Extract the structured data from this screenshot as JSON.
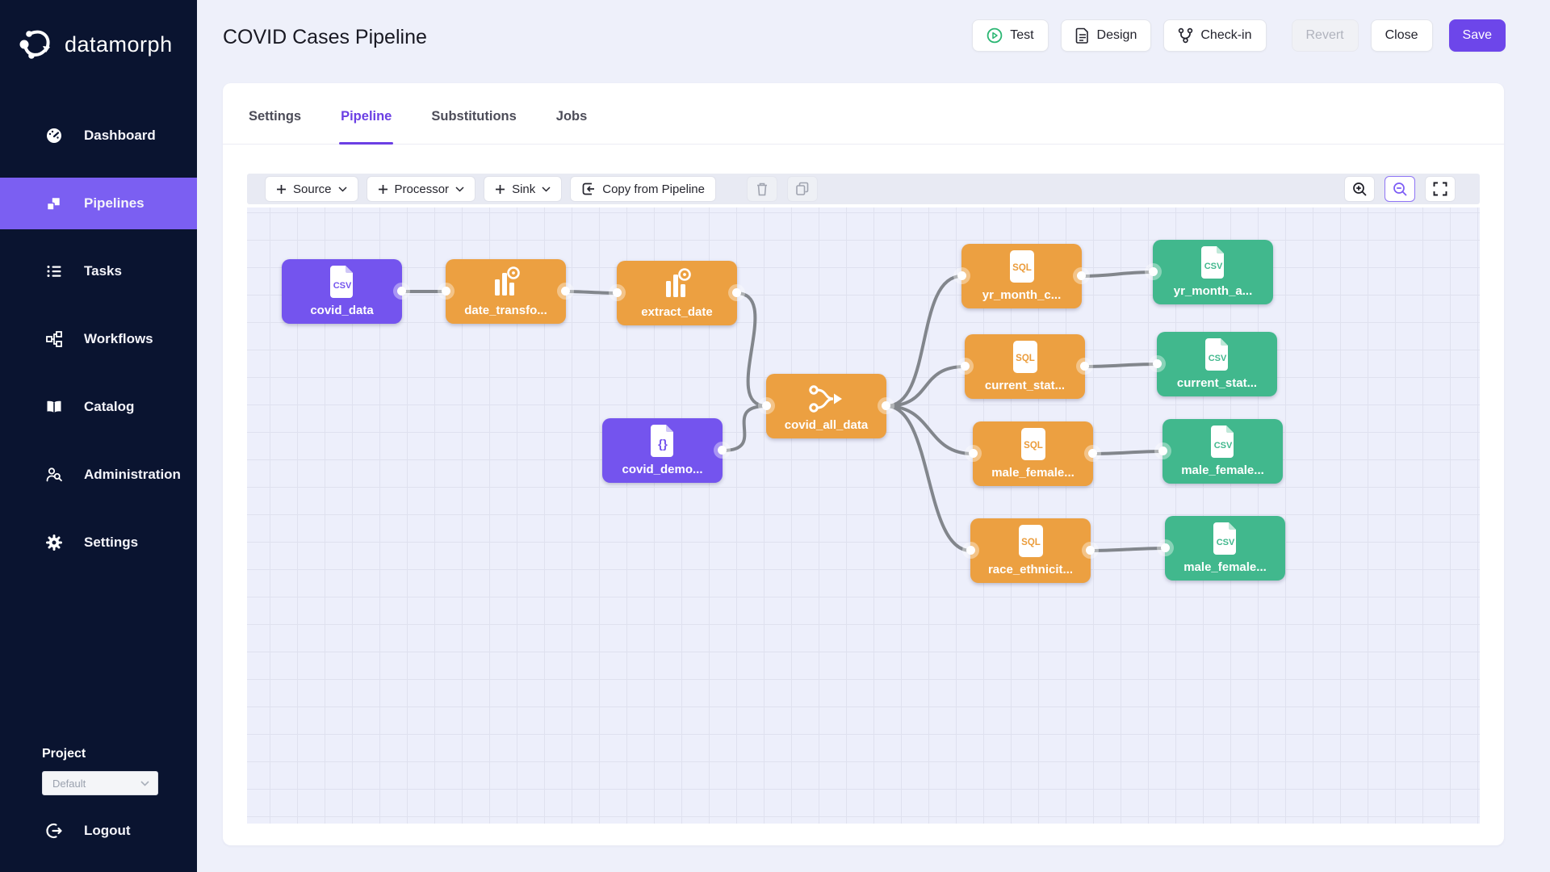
{
  "app": {
    "logo_text": "datamorph"
  },
  "sidebar": {
    "items": [
      {
        "label": "Dashboard"
      },
      {
        "label": "Pipelines",
        "active": true
      },
      {
        "label": "Tasks"
      },
      {
        "label": "Workflows"
      },
      {
        "label": "Catalog"
      },
      {
        "label": "Administration"
      },
      {
        "label": "Settings"
      }
    ],
    "project_label": "Project",
    "project_selected": "Default",
    "logout_label": "Logout"
  },
  "header": {
    "title": "COVID Cases Pipeline",
    "test_label": "Test",
    "design_label": "Design",
    "checkin_label": "Check-in",
    "revert_label": "Revert",
    "close_label": "Close",
    "save_label": "Save"
  },
  "tabs": {
    "settings": "Settings",
    "pipeline": "Pipeline",
    "substitutions": "Substitutions",
    "jobs": "Jobs",
    "active": "Pipeline"
  },
  "toolbar": {
    "source_label": "Source",
    "processor_label": "Processor",
    "sink_label": "Sink",
    "copy_label": "Copy from Pipeline"
  },
  "icons": {
    "csv": "CSV",
    "sql": "SQL",
    "json": "{}"
  },
  "canvas": {
    "nodes": [
      {
        "label": "covid_data",
        "type": "csv-source"
      },
      {
        "label": "date_transfo...",
        "type": "processor"
      },
      {
        "label": "extract_date",
        "type": "processor"
      },
      {
        "label": "covid_demo...",
        "type": "json-source"
      },
      {
        "label": "covid_all_data",
        "type": "join-processor"
      },
      {
        "label": "yr_month_c...",
        "type": "sql-processor"
      },
      {
        "label": "current_stat...",
        "type": "sql-processor"
      },
      {
        "label": "male_female...",
        "type": "sql-processor"
      },
      {
        "label": "race_ethnicit...",
        "type": "sql-processor"
      },
      {
        "label": "yr_month_a...",
        "type": "csv-sink"
      },
      {
        "label": "current_stat...",
        "type": "csv-sink"
      },
      {
        "label": "male_female...",
        "type": "csv-sink"
      },
      {
        "label": "male_female...",
        "type": "csv-sink"
      }
    ]
  },
  "colors": {
    "accent_purple": "#6d46ea",
    "node_purple": "#7454ee",
    "node_orange": "#eca041",
    "node_green": "#41b88d",
    "sidebar_bg": "#0a1430",
    "canvas_bg": "#edeffb"
  }
}
